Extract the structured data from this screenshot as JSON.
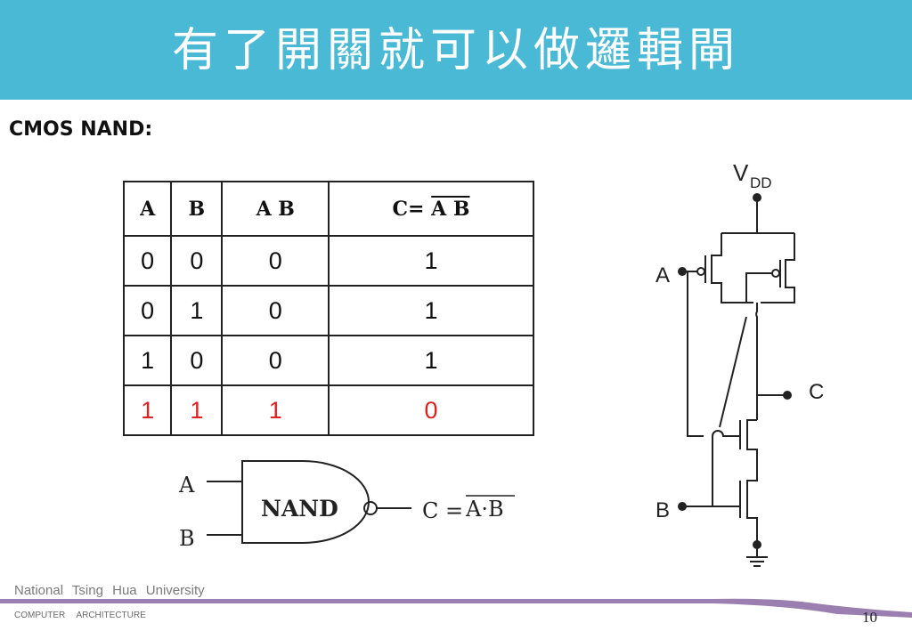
{
  "slide": {
    "title": "有了開關就可以做邏輯閘",
    "subtitle": "CMOS NAND:",
    "page_number": "10"
  },
  "truth_table": {
    "headers": [
      "A",
      "B",
      "A B",
      "C="
    ],
    "header_c_overline": "A B",
    "rows": [
      [
        "0",
        "0",
        "0",
        "1"
      ],
      [
        "0",
        "1",
        "0",
        "1"
      ],
      [
        "1",
        "0",
        "0",
        "1"
      ],
      [
        "1",
        "1",
        "1",
        "0"
      ]
    ],
    "highlight_color": "#e02020"
  },
  "gate": {
    "input_a": "A",
    "input_b": "B",
    "label": "NAND",
    "output_prefix": "C =",
    "output_expr": "A·B"
  },
  "circuit": {
    "vdd": "V",
    "vdd_sub": "DD",
    "input_a": "A",
    "input_b": "B",
    "output": "C"
  },
  "footer": {
    "university": "National Tsing Hua University",
    "department": "COMPUTER ARCHITECTURE"
  },
  "colors": {
    "title_bar": "#4ab9d5",
    "footer_line": "#9b7fb0"
  }
}
